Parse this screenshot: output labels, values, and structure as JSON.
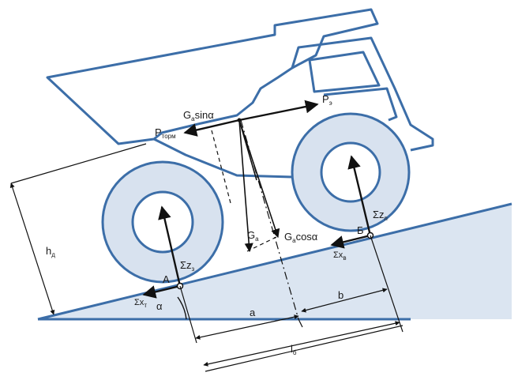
{
  "labels": {
    "g_sin": "G",
    "g_sin_sub": "a",
    "g_sin_rest": "sinα",
    "p_e": "P",
    "p_e_sub": "э",
    "p_torm": "P",
    "p_torm_sub": "торм",
    "g_a": "G",
    "g_a_sub": "a",
    "g_cos": "G",
    "g_cos_sub": "a",
    "g_cos_rest": "cosα",
    "h_d": "h",
    "h_d_sub": "д",
    "sum_z_rear": "Σz",
    "sum_z_rear_sub": "з",
    "sum_z_front": "Σz",
    "sum_z_front_sub": "п",
    "point_a": "A",
    "point_b": "Б",
    "sum_x_rear": "Σx",
    "sum_x_rear_sub": "т",
    "sum_x_front": "Σx",
    "sum_x_front_sub": "в",
    "alpha": "α",
    "dim_a": "a",
    "dim_b": "b",
    "dim_l": "l",
    "dim_l_sub": "б"
  },
  "colors": {
    "body": "#3c6ea8",
    "tyre_fill": "#d8e2ef",
    "ground_fill": "#dbe5f1",
    "ink": "#111111"
  }
}
